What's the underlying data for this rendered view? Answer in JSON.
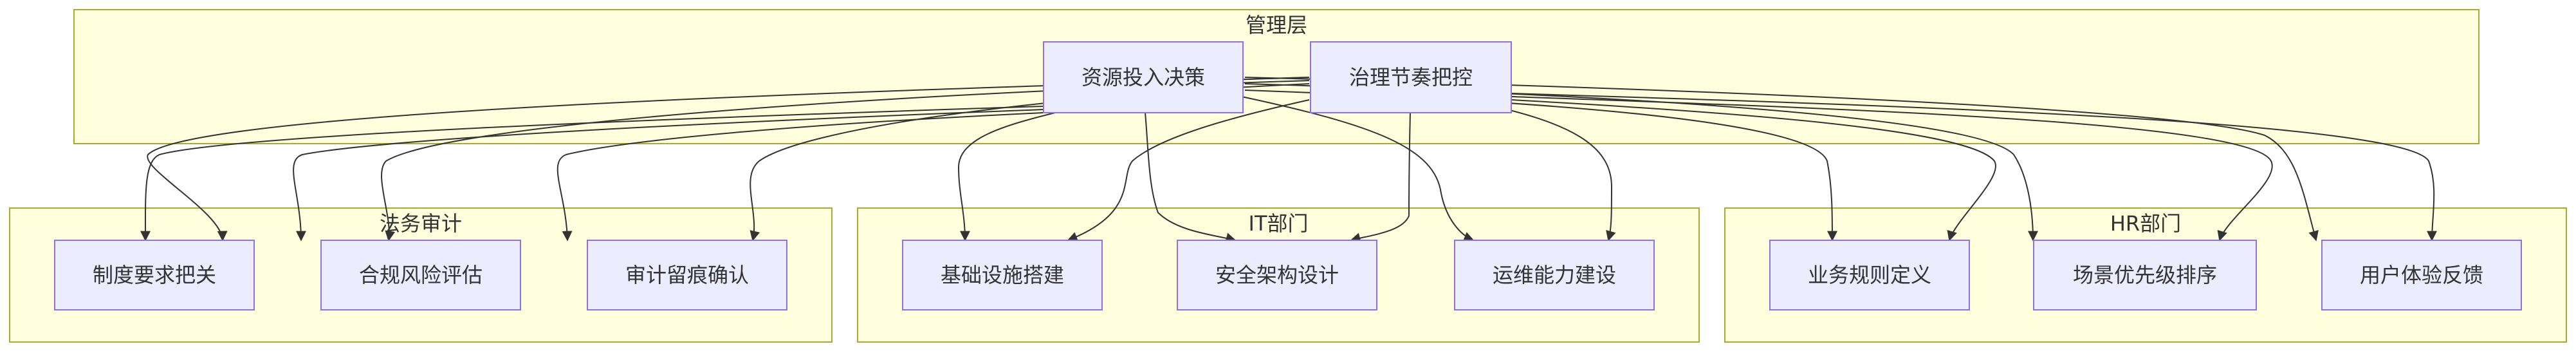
{
  "clusters": {
    "mgmt": "管理层",
    "legal": "法务审计",
    "it": "IT部门",
    "hr": "HR部门"
  },
  "nodes": {
    "invest": "资源投入决策",
    "govern": "治理节奏把控",
    "legal_req": "制度要求把关",
    "legal_risk": "合规风险评估",
    "legal_audit": "审计留痕确认",
    "it_infra": "基础设施搭建",
    "it_security": "安全架构设计",
    "it_ops": "运维能力建设",
    "hr_rules": "业务规则定义",
    "hr_priority": "场景优先级排序",
    "hr_feedback": "用户体验反馈"
  },
  "colors": {
    "cluster_fill": "#ffffde",
    "cluster_stroke": "#aaaa33",
    "node_fill": "#ececff",
    "node_stroke": "#9370db",
    "edge": "#333333",
    "text": "#333333"
  }
}
